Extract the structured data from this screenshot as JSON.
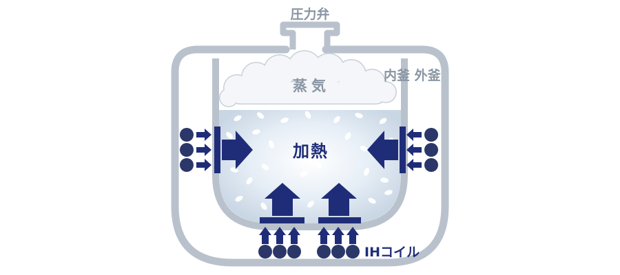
{
  "labels": {
    "pressure_valve": "圧力弁",
    "steam": "蒸気",
    "pots": "内釜 外釜",
    "heating": "加熱",
    "ih_coil": "IHコイル"
  },
  "colors": {
    "pot_outline": "#b9c2cc",
    "label_gray": "#8a95a3",
    "navy": "#1f2d78",
    "coil": "#2a3768",
    "rice_water": "#dce7f2",
    "cloud_fill": "#f4f6f9",
    "cloud_stroke": "#c8d0d9"
  }
}
